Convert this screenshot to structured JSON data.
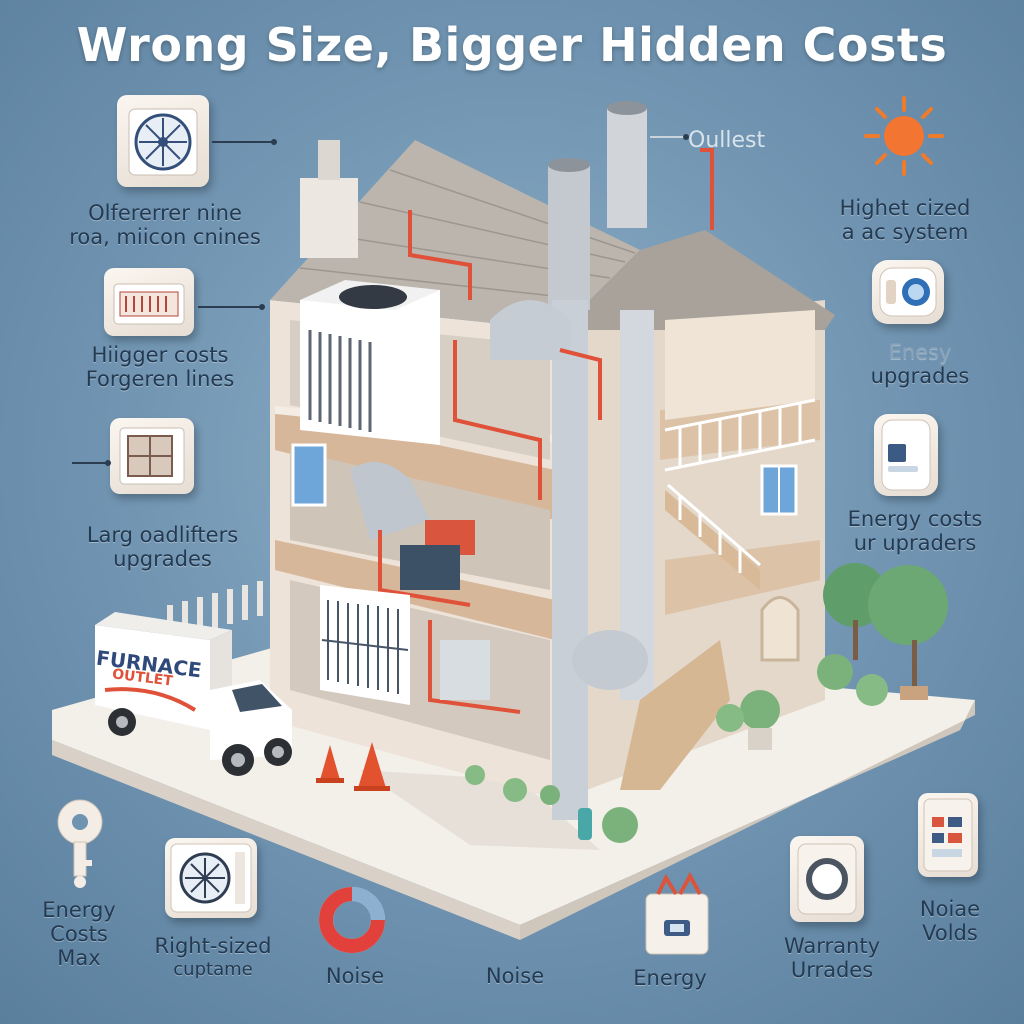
{
  "title": "Wrong Size, Bigger Hidden Costs",
  "left_labels": [
    {
      "line1": "Olfererrer nine",
      "line2": "roa, miicon cnines"
    },
    {
      "line1": "Hiigger costs",
      "line2": "Forgeren lines"
    },
    {
      "line1": "Larg oadlifters",
      "line2": "upgrades"
    }
  ],
  "right_labels": [
    {
      "line1": "Highet cized",
      "line2": "a ac system"
    },
    {
      "line1": "Enesy",
      "line2": "upgrades"
    },
    {
      "line1": "Energy costs",
      "line2": "ur upraders"
    }
  ],
  "roof_label": "Oullest",
  "truck": {
    "line1": "FURNACE",
    "line2": "OUTLET"
  },
  "bottom_labels": [
    {
      "line1": "Energy",
      "line2": "Costs",
      "line3": "Max"
    },
    {
      "line1": "Right-sized",
      "line2": "cuptame"
    },
    {
      "line1": "Noise"
    },
    {
      "line1": "Noise"
    },
    {
      "line1": "Energy"
    },
    {
      "line1": "Warranty",
      "line2": "Urrades"
    },
    {
      "line1": "Noiae",
      "line2": "Volds"
    }
  ],
  "icons": {
    "left_1": "ac-fan-unit-icon",
    "left_2": "vent-unit-icon",
    "left_3": "window-unit-icon",
    "right_1": "sun-icon",
    "right_2": "thermostat-icon",
    "right_3": "water-heater-icon",
    "bottom_1": "key-icon",
    "bottom_2": "mini-split-icon",
    "bottom_3": "noise-ring-icon",
    "bottom_4": "toolbox-icon",
    "bottom_5": "duct-fitting-icon",
    "bottom_6": "control-panel-icon"
  },
  "colors": {
    "background": "#6f93b0",
    "title": "#ffffff",
    "label": "#233a52",
    "pipe_red": "#e0513a",
    "duct_grey": "#c9cfd6",
    "wall": "#efe6dc",
    "roof": "#b9b3ad",
    "tree": "#5f9e6a"
  }
}
